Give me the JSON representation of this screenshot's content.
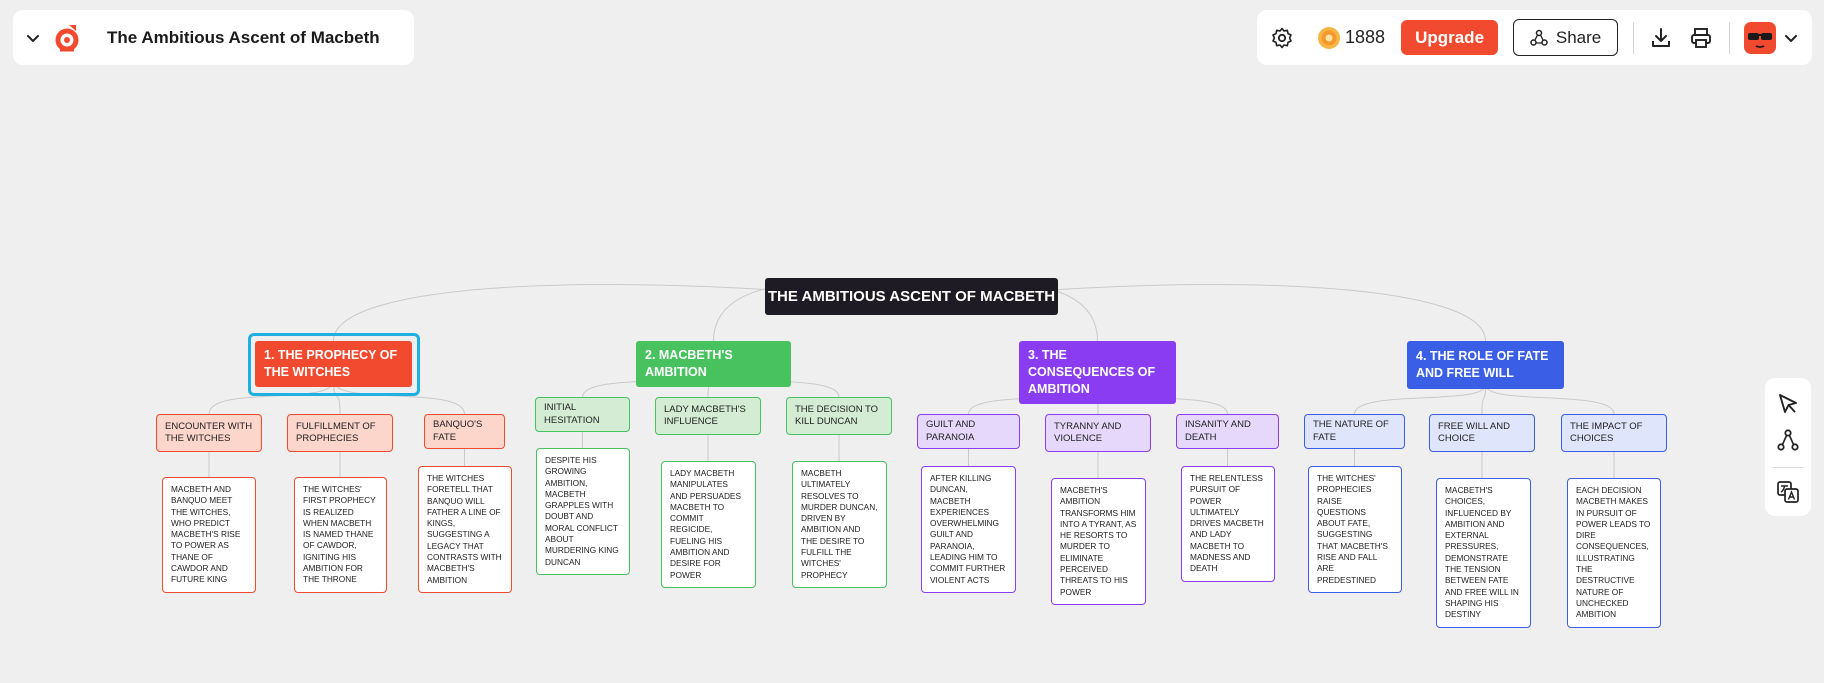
{
  "header": {
    "title": "The Ambitious Ascent of Macbeth"
  },
  "toolbar": {
    "credits": "1888",
    "upgrade_label": "Upgrade",
    "share_label": "Share"
  },
  "icons": {
    "menu_toggle": "chevron-down-icon",
    "logo": "app-logo-icon",
    "settings": "gear-icon",
    "credits": "coin-icon",
    "share": "share-icon",
    "download": "download-icon",
    "print": "printer-icon",
    "avatar": "avatar",
    "account_menu": "chevron-down-icon",
    "select_tool": "cursor-icon",
    "connect_tool": "connector-icon",
    "translate_tool": "translate-icon"
  },
  "colors": {
    "accent": "#f24a2f",
    "selection": "#1fb0e3",
    "root": "#1f1b24"
  },
  "mindmap": {
    "root": "THE AMBITIOUS ASCENT OF MACBETH",
    "branches": [
      {
        "title": "1. THE PROPHECY OF THE WITCHES",
        "color": "#f24a2f",
        "light": "#fcd5cb",
        "children": [
          {
            "title": "ENCOUNTER WITH THE WITCHES",
            "text": "MACBETH AND BANQUO MEET THE WITCHES, WHO PREDICT MACBETH'S RISE TO POWER AS THANE OF CAWDOR AND FUTURE KING"
          },
          {
            "title": "FULFILLMENT OF PROPHECIES",
            "text": "THE WITCHES' FIRST PROPHECY IS REALIZED WHEN MACBETH IS NAMED THANE OF CAWDOR, IGNITING HIS AMBITION FOR THE THRONE"
          },
          {
            "title": "BANQUO'S FATE",
            "text": "THE WITCHES FORETELL THAT BANQUO WILL FATHER A LINE OF KINGS, SUGGESTING A LEGACY THAT CONTRASTS WITH MACBETH'S AMBITION"
          }
        ]
      },
      {
        "title": "2. MACBETH'S AMBITION",
        "color": "#47c25f",
        "light": "#d3ecd3",
        "children": [
          {
            "title": "INITIAL HESITATION",
            "text": "DESPITE HIS GROWING AMBITION, MACBETH GRAPPLES WITH DOUBT AND MORAL CONFLICT ABOUT MURDERING KING DUNCAN"
          },
          {
            "title": "LADY MACBETH'S INFLUENCE",
            "text": "LADY MACBETH MANIPULATES AND PERSUADES MACBETH TO COMMIT REGICIDE, FUELING HIS AMBITION AND DESIRE FOR POWER"
          },
          {
            "title": "THE DECISION TO KILL DUNCAN",
            "text": "MACBETH ULTIMATELY RESOLVES TO MURDER DUNCAN, DRIVEN BY AMBITION AND THE DESIRE TO FULFILL THE WITCHES' PROPHECY"
          }
        ]
      },
      {
        "title": "3. THE CONSEQUENCES OF AMBITION",
        "color": "#8a3cf2",
        "light": "#e5d8fb",
        "children": [
          {
            "title": "GUILT AND PARANOIA",
            "text": "AFTER KILLING DUNCAN, MACBETH EXPERIENCES OVERWHELMING GUILT AND PARANOIA, LEADING HIM TO COMMIT FURTHER VIOLENT ACTS"
          },
          {
            "title": "TYRANNY AND VIOLENCE",
            "text": "MACBETH'S AMBITION TRANSFORMS HIM INTO A TYRANT, AS HE RESORTS TO MURDER TO ELIMINATE PERCEIVED THREATS TO HIS POWER"
          },
          {
            "title": "INSANITY AND DEATH",
            "text": "THE RELENTLESS PURSUIT OF POWER ULTIMATELY DRIVES MACBETH AND LADY MACBETH TO MADNESS AND DEATH"
          }
        ]
      },
      {
        "title": "4. THE ROLE OF FATE AND FREE WILL",
        "color": "#3a5fe6",
        "light": "#dfe5fb",
        "children": [
          {
            "title": "THE NATURE OF FATE",
            "text": "THE WITCHES' PROPHECIES RAISE QUESTIONS ABOUT FATE, SUGGESTING THAT MACBETH'S RISE AND FALL ARE PREDESTINED"
          },
          {
            "title": "FREE WILL AND CHOICE",
            "text": "MACBETH'S CHOICES, INFLUENCED BY AMBITION AND EXTERNAL PRESSURES, DEMONSTRATE THE TENSION BETWEEN FATE AND FREE WILL IN SHAPING HIS DESTINY"
          },
          {
            "title": "THE IMPACT OF CHOICES",
            "text": "EACH DECISION MACBETH MAKES IN PURSUIT OF POWER LEADS TO DIRE CONSEQUENCES, ILLUSTRATING THE DESTRUCTIVE NATURE OF UNCHECKED AMBITION"
          }
        ]
      }
    ]
  }
}
